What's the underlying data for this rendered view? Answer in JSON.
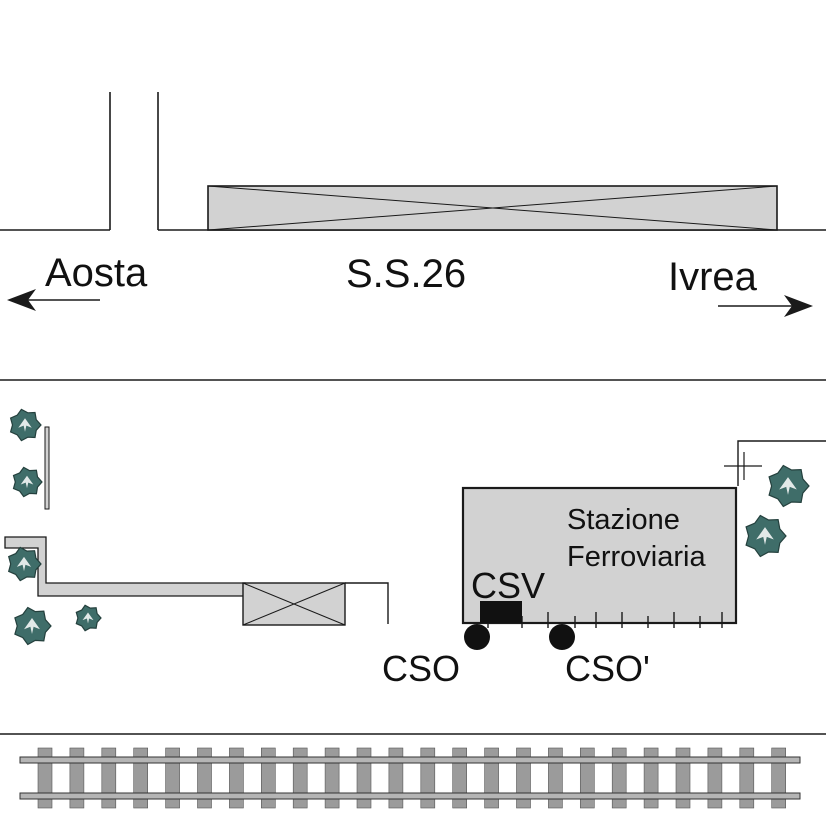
{
  "labels": {
    "left_city": "Aosta",
    "road": "S.S.26",
    "right_city": "Ivrea",
    "station_line1": "Stazione",
    "station_line2": "Ferroviaria",
    "csv": "CSV",
    "cso": "CSO",
    "cso_prime": "CSO'"
  },
  "colors": {
    "line": "#1a1a1a",
    "building_fill": "#d2d2d2",
    "tree_fill": "#3f6d69",
    "tree_dark": "#24403d",
    "rail_gray": "#9b9b9b",
    "sensor_black": "#111111"
  },
  "icons": {
    "arrow_left": "arrow-left-icon",
    "arrow_right": "arrow-right-icon",
    "tree": "tree-icon"
  }
}
